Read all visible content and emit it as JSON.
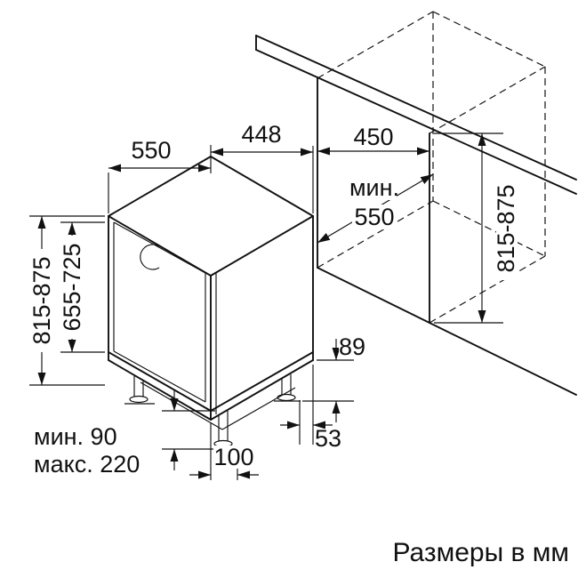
{
  "diagram": {
    "caption": "Размеры в мм",
    "appliance_dims": {
      "top_depth": "550",
      "top_width": "448",
      "height_range": "815-875",
      "door_height_range": "655-725",
      "plinth_min": "мин. 90",
      "plinth_max": "макс. 220",
      "recess_depth": "100",
      "base_height": "89",
      "base_offset": "53"
    },
    "niche_dims": {
      "width": "450",
      "depth_prefix": "мин.",
      "depth_value": "550",
      "height_range": "815-875"
    }
  }
}
